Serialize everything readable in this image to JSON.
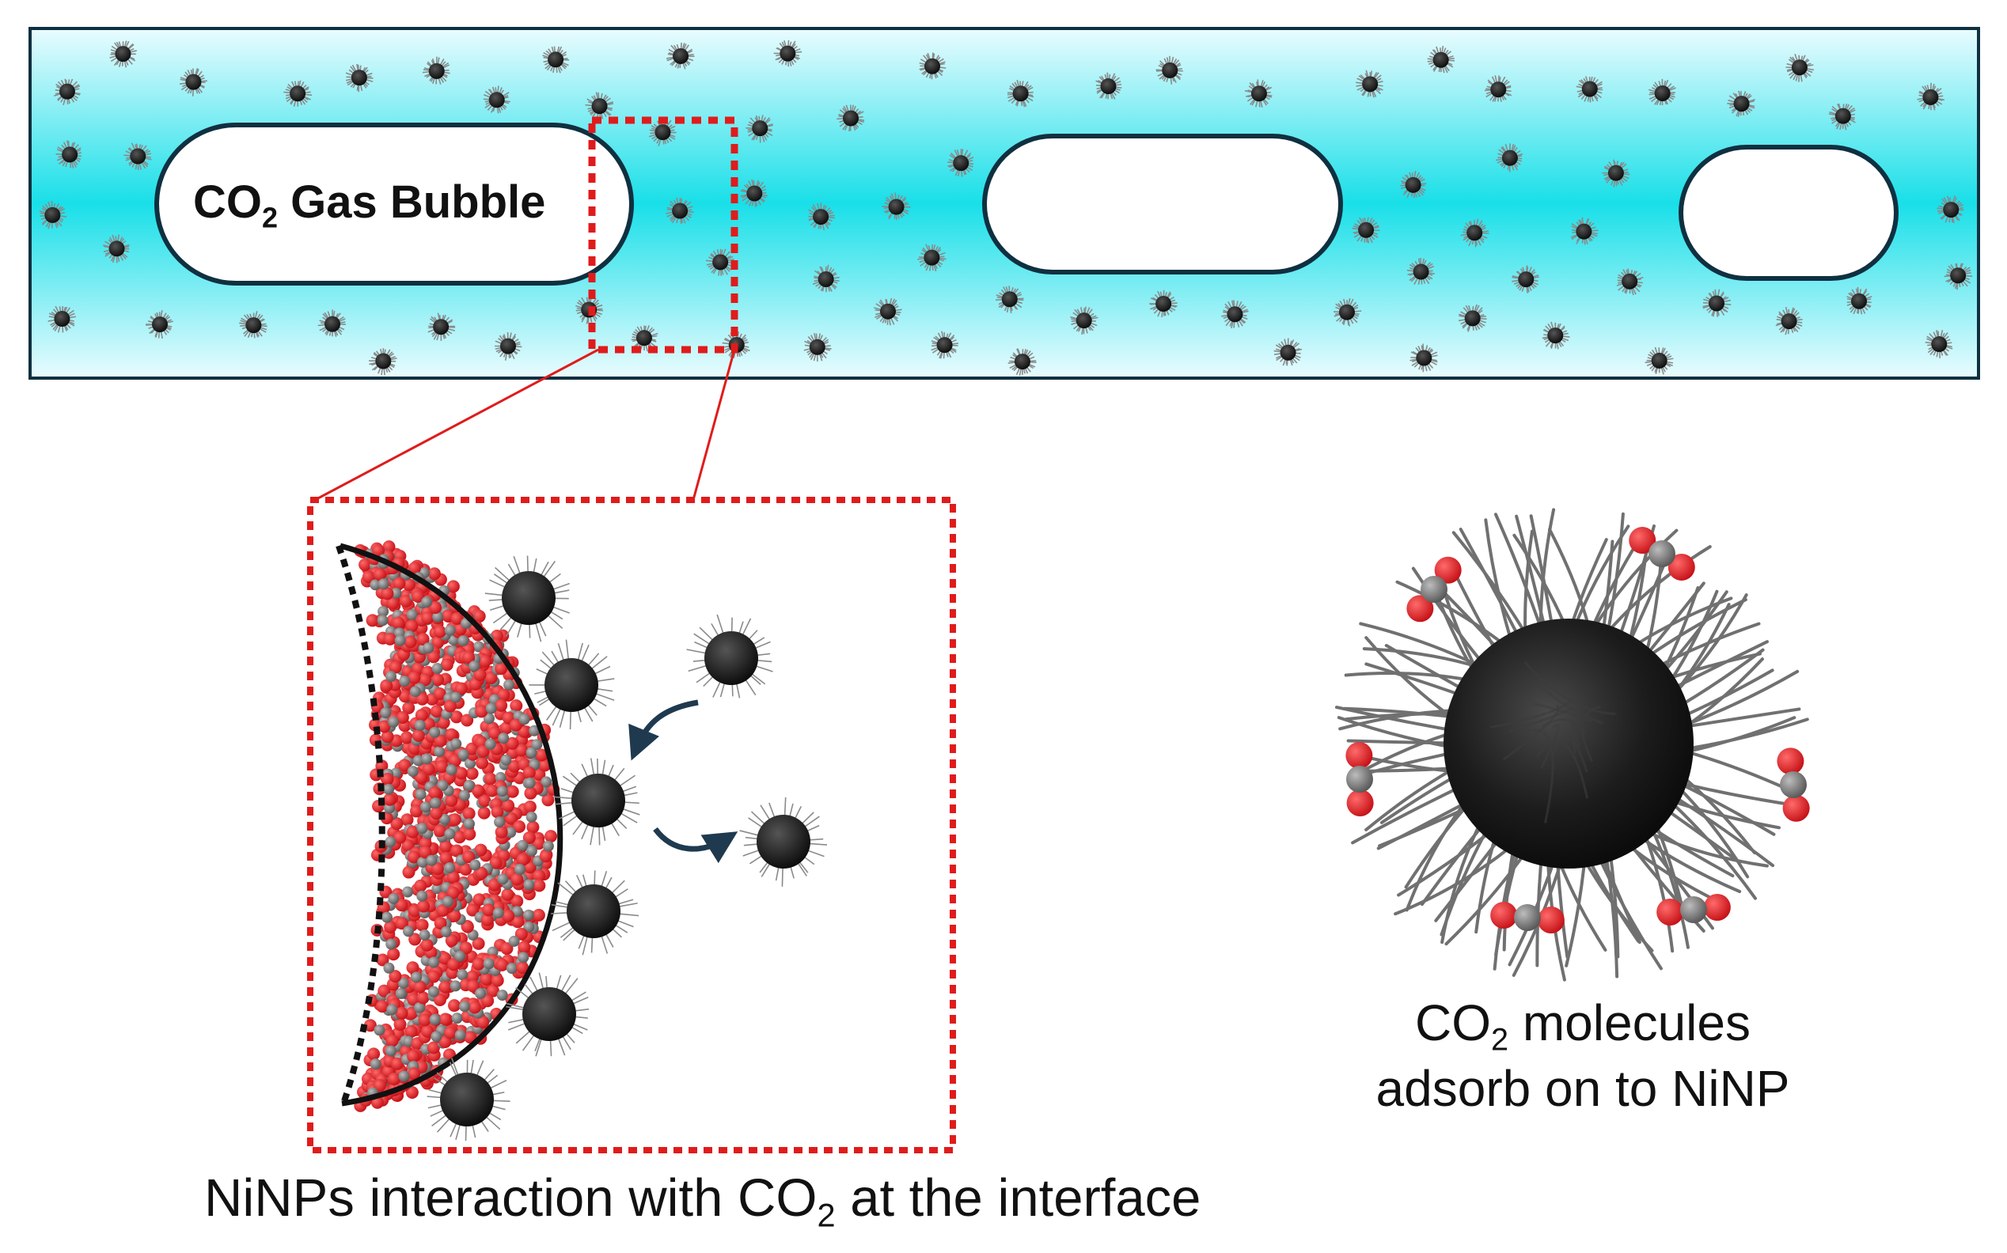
{
  "channel": {
    "bubble_label": {
      "prefix": "CO",
      "subscript": "2",
      "suffix": " Gas Bubble"
    },
    "colors": {
      "liquid_edge": "#eafcff",
      "liquid_center": "#19dfe8",
      "border": "#0f3040",
      "bubble_fill": "#ffffff",
      "particle": "#111111",
      "zoom_box": "#e01b1b"
    }
  },
  "zoom_panel": {
    "caption": {
      "prefix": "NiNPs interaction with CO",
      "subscript": "2",
      "suffix": " at the  interface"
    },
    "arrow_color": "#1f3a4f",
    "co2_colors": {
      "oxygen": "#e8141b",
      "carbon": "#7a7a7a"
    }
  },
  "nanoparticle_panel": {
    "caption_line1": {
      "prefix": "CO",
      "subscript": "2",
      "suffix": " molecules"
    },
    "caption_line2": "adsorb on to NiNP",
    "core_color": "#1a1a1a",
    "ligand_color": "#777777"
  }
}
